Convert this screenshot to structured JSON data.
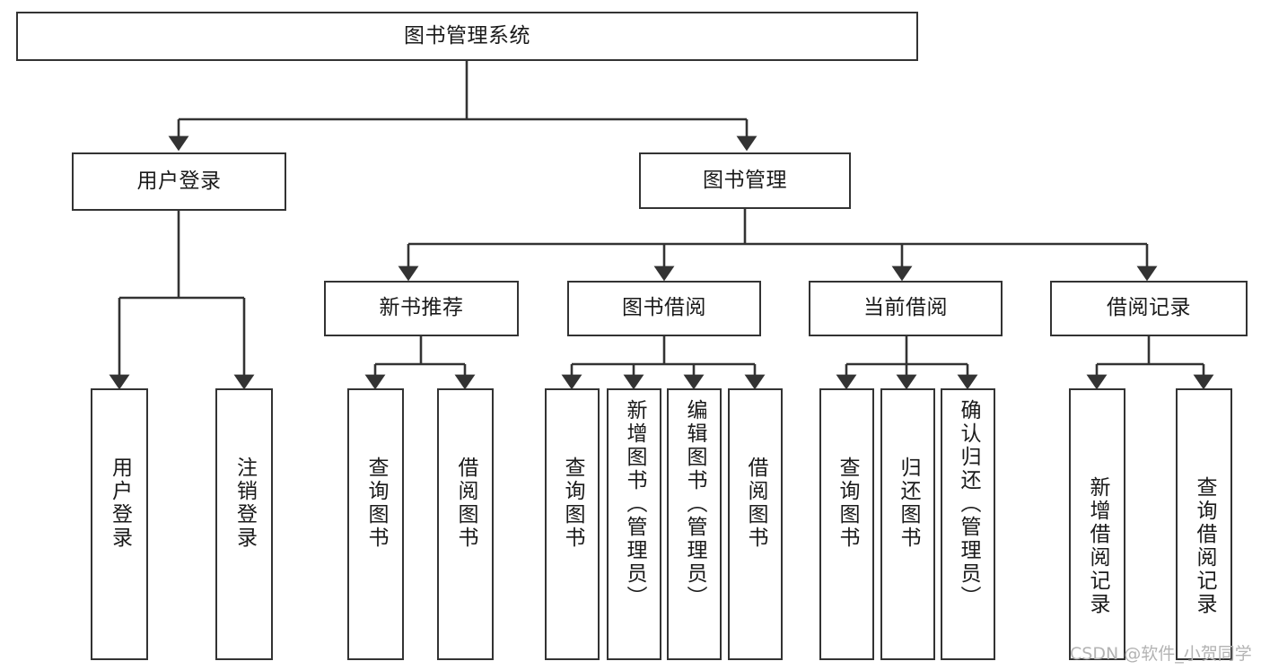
{
  "diagram": {
    "title": "图书管理系统",
    "type": "hierarchy-tree",
    "root": {
      "label": "图书管理系统"
    },
    "level2": [
      {
        "label": "用户登录"
      },
      {
        "label": "图书管理"
      }
    ],
    "level3": [
      {
        "label": "新书推荐"
      },
      {
        "label": "图书借阅"
      },
      {
        "label": "当前借阅"
      },
      {
        "label": "借阅记录"
      }
    ],
    "leaves": {
      "user_login": [
        {
          "label": "用户登录"
        },
        {
          "label": "注销登录"
        }
      ],
      "new_book_recommend": [
        {
          "label": "查询图书"
        },
        {
          "label": "借阅图书"
        }
      ],
      "book_borrow": [
        {
          "label": "查询图书"
        },
        {
          "label": "新增图书（管理员）"
        },
        {
          "label": "编辑图书（管理员）"
        },
        {
          "label": "借阅图书"
        }
      ],
      "current_borrow": [
        {
          "label": "查询图书"
        },
        {
          "label": "归还图书"
        },
        {
          "label": "确认归还（管理员）"
        }
      ],
      "borrow_record": [
        {
          "label": "新增借阅记录"
        },
        {
          "label": "查询借阅记录"
        }
      ]
    }
  },
  "watermark": {
    "text": "CSDN @软件_小贺同学"
  },
  "colors": {
    "stroke": "#333333",
    "background": "#ffffff",
    "text": "#1a1a1a",
    "watermark": "#b3b3b3"
  }
}
